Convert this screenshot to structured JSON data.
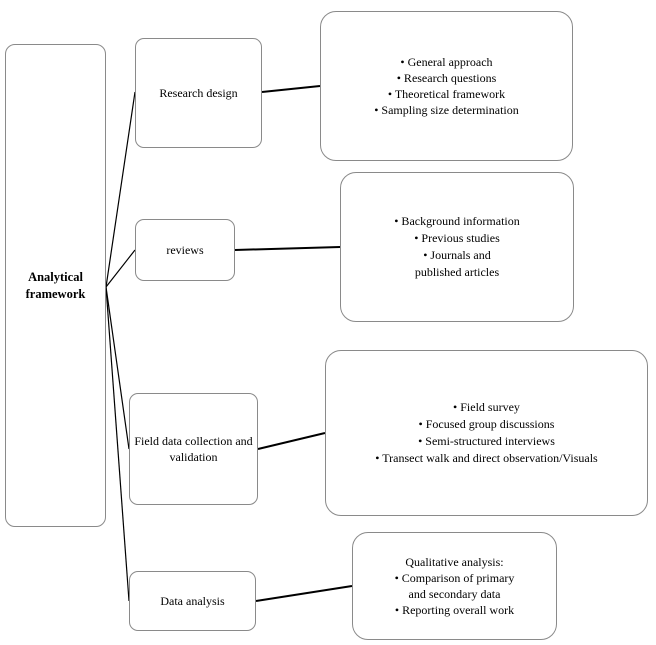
{
  "diagram": {
    "root": {
      "label": "Analytical framework"
    },
    "stages": [
      {
        "label": "Research design",
        "details": [
          "• General approach",
          "• Research questions",
          "• Theoretical framework",
          "• Sampling size determination"
        ]
      },
      {
        "label": "reviews",
        "details": [
          "• Background information",
          "• Previous studies",
          "• Journals and",
          "published articles"
        ]
      },
      {
        "label": "Field data collection and validation",
        "details": [
          "• Field survey",
          "• Focused group discussions",
          "• Semi-structured interviews",
          "• Transect walk and direct observation/Visuals"
        ]
      },
      {
        "label": "Data analysis",
        "intro": "Qualitative analysis:",
        "details": [
          "• Comparison of primary",
          "and secondary data",
          "•  Reporting overall work"
        ]
      }
    ],
    "colors": {
      "box_border": "#8a8a8a",
      "connector": "#000000",
      "background": "#ffffff"
    }
  }
}
